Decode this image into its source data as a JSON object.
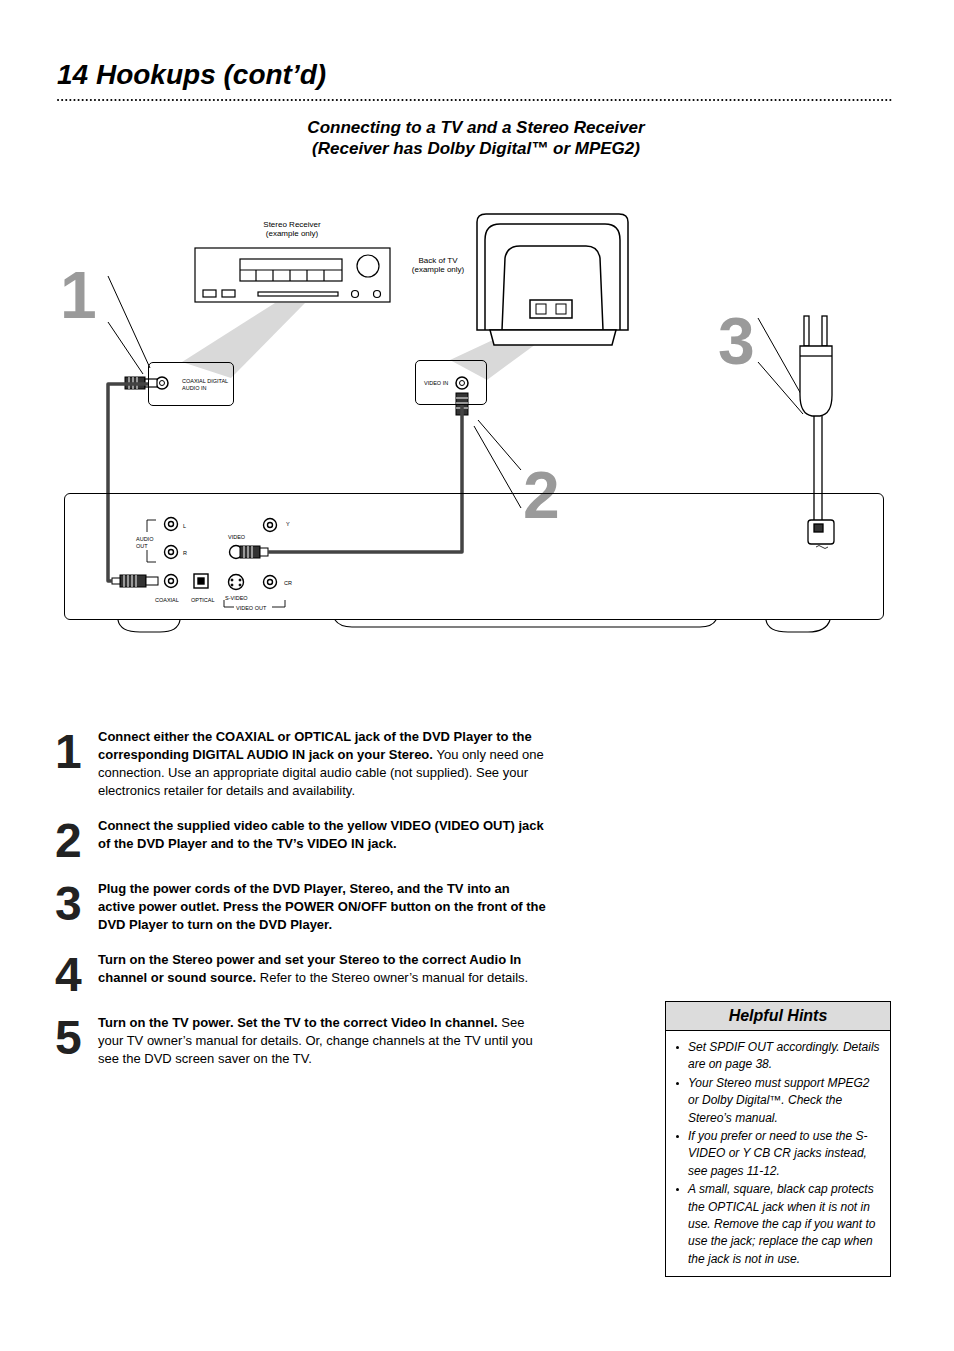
{
  "diagram": {
    "title": "Connecting to a TV and a Stereo Receiver (Receiver has Dolby Digital™ or MPEG2)",
    "nodes": [
      {
        "text": [
          "Stereo Receiver (example only)"
        ]
      },
      {
        "text": [
          "Back of TV (example only)"
        ]
      },
      {
        "text": [
          "COAXIAL DIGITAL AUDIO IN"
        ]
      },
      {
        "text": [
          "VIDEO IN"
        ]
      },
      {
        "text": [
          "AUDIO OUT",
          "L",
          "R",
          "VIDEO",
          "Y",
          "CR",
          "COAXIAL",
          "OPTICAL",
          "S-VIDEO",
          "VIDEO OUT"
        ]
      },
      {
        "text": [
          "Helpful Hints",
          "Set SPDIF OUT accordingly. Details are on page 38.",
          "Your Stereo must support MPEG2 or Dolby Digital™. Check the Stereo’s manual.",
          "If you prefer or need to use the S-VIDEO or Y CB CR jacks instead, see pages 11-12.",
          "A small, square, black cap protects the OPTICAL jack when it is not in use. Remove the cap if you want to use the jack; replace the cap when the jack is not in use."
        ]
      }
    ],
    "edges": [
      {
        "from": 4,
        "to": 2,
        "arrow": "none"
      },
      {
        "from": 4,
        "to": 3,
        "arrow": "none"
      }
    ],
    "labels": [
      "14 Hookups (cont’d)",
      "1",
      "2",
      "3",
      "1",
      "Connect either the COAXIAL or OPTICAL jack of the DVD Player to the corresponding DIGITAL AUDIO IN jack on your Stereo.",
      "You only need one connection. Use an appropriate digital audio cable (not supplied). See your electronics retailer for details and availability.",
      "2",
      "Connect the supplied video cable to the yellow VIDEO (VIDEO OUT) jack of the DVD Player and to the TV’s VIDEO IN jack.",
      "3",
      "Plug the power cords of the DVD Player, Stereo, and the TV into an active power outlet. Press the POWER ON/OFF button on the front of the DVD Player to turn on the DVD Player.",
      "4",
      "Turn on the Stereo power and set your Stereo to the correct Audio In channel or sound source.",
      "Refer to the Stereo owner’s manual for details.",
      "5",
      "Turn on the TV power. Set the TV to the correct Video In channel.",
      "See your TV owner’s manual for details. Or, change channels at the TV until you see the DVD screen saver on the TV."
    ]
  }
}
